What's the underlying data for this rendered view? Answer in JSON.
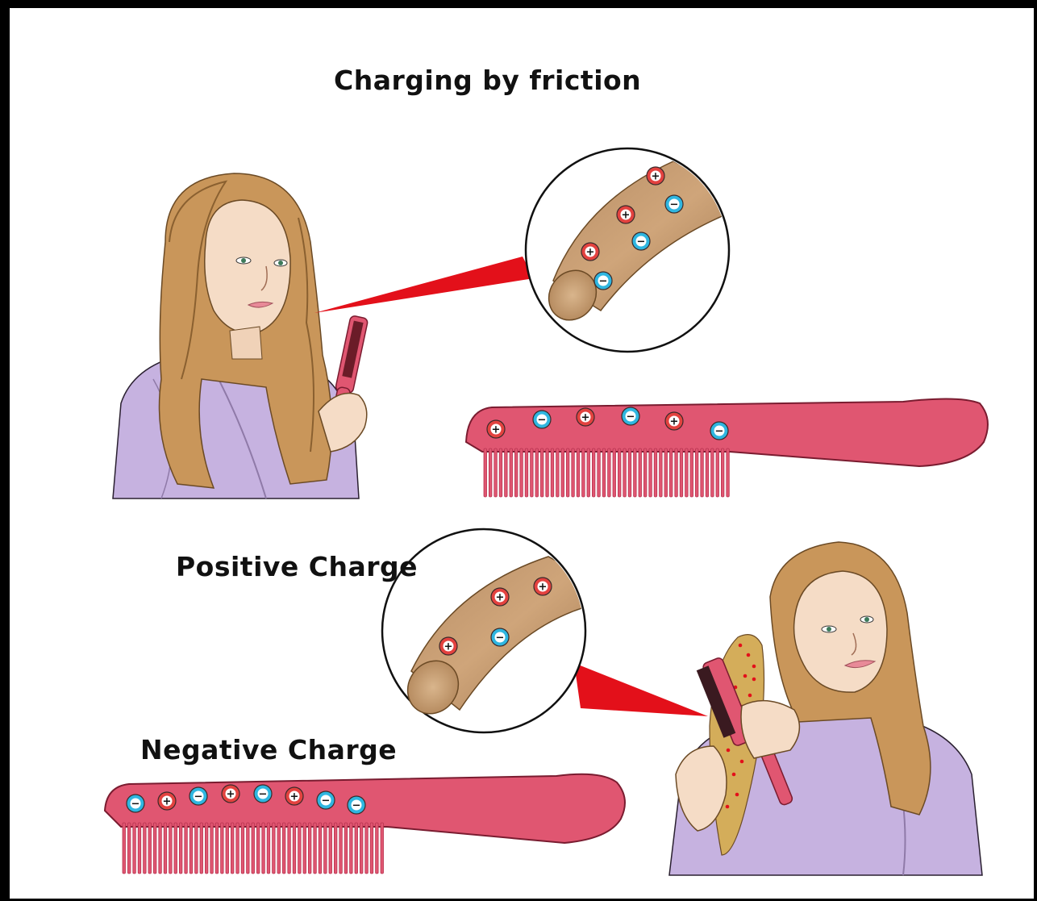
{
  "title": "Charging by friction",
  "labels": {
    "positive": "Positive Charge",
    "negative": "Negative Charge"
  },
  "symbols": {
    "plus": "+",
    "minus": "−"
  },
  "colors": {
    "positive": "#e3423f",
    "negative": "#2fb6e0",
    "comb": "#e05671",
    "comb_dark": "#b83350",
    "hair": "#c9965a",
    "robe": "#c6b2e0",
    "skin": "#f5dcc6",
    "pointer": "#e3101a"
  },
  "charges": {
    "top_zoom": [
      "+",
      "-",
      "+",
      "-",
      "+",
      "-"
    ],
    "top_comb": [
      "+",
      "-",
      "+",
      "-",
      "+",
      "-"
    ],
    "bottom_zoom": [
      "+",
      "+",
      "+",
      "-"
    ],
    "bottom_comb": [
      "-",
      "+",
      "-",
      "+",
      "-",
      "+",
      "-",
      "-"
    ]
  }
}
